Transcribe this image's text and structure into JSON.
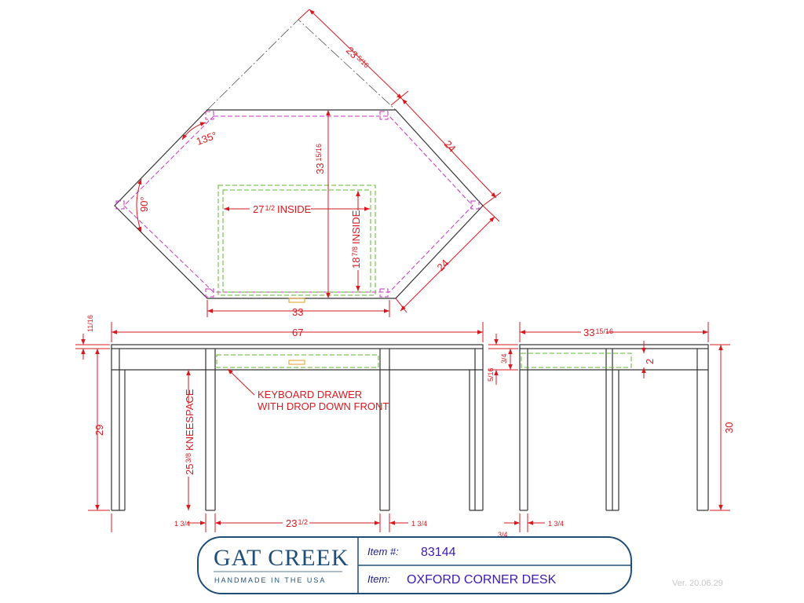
{
  "colors": {
    "dimension": "#d71920",
    "wood_outline": "#333333",
    "apron_dashed": "#c433c4",
    "drawer_dashed": "#5cb82a",
    "drawer_pull": "#e0a020",
    "brand": "#1f4e79",
    "item_text": "#3a1bb0",
    "version": "#c8c8c8"
  },
  "plan_view": {
    "dim_diagonal_back": "23",
    "dim_diagonal_back_frac": "5/16",
    "dim_side_upper": "24",
    "dim_side_lower": "24",
    "angle_corner": "135°",
    "angle_left": "90°",
    "dim_depth": "33",
    "dim_depth_frac": "15/16",
    "dim_drawer_width": "27",
    "dim_drawer_width_frac": "1/2",
    "dim_drawer_width_suffix": "INSIDE",
    "dim_drawer_depth": "18",
    "dim_drawer_depth_frac": "7/8",
    "dim_drawer_depth_suffix": "INSIDE",
    "dim_front_width": "33"
  },
  "front_view": {
    "dim_overall_width": "67",
    "dim_top_thickness_frac": "11/16",
    "dim_height": "29",
    "dim_kneespace": "25",
    "dim_kneespace_frac": "3/8",
    "dim_kneespace_suffix": "KNEESPACE",
    "note_line1": "KEYBOARD DRAWER",
    "note_line2": "WITH DROP DOWN FRONT",
    "dim_leg_left_frac": "1 3/4",
    "dim_between_legs": "23",
    "dim_between_legs_frac": "1/2",
    "dim_leg_right_frac": "1 3/4"
  },
  "side_view": {
    "dim_depth": "33",
    "dim_depth_frac": "15/16",
    "dim_apron_frac1": "3/4",
    "dim_apron_frac2": "5/16",
    "dim_drawer_height": "2",
    "dim_height": "30",
    "dim_leg_left": "3/4",
    "dim_leg_right": "1 3/4"
  },
  "title_block": {
    "brand_name": "GAT CREEK",
    "brand_tagline": "HANDMADE IN THE USA",
    "item_number_label": "Item #:",
    "item_number": "83144",
    "item_label": "Item:",
    "item_name": "OXFORD CORNER DESK"
  },
  "version": "Ver. 20.06.29"
}
